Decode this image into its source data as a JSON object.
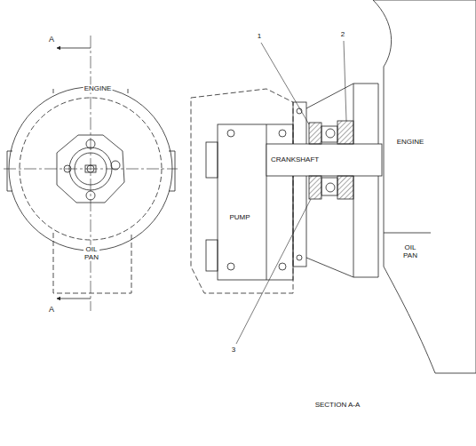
{
  "diagram": {
    "labels": [
      "A",
      "ENGINE",
      "OIL PAN",
      "A",
      "1",
      "2",
      "PUMP",
      "CRANKSHAFT",
      "ENGINE",
      "OIL PAN",
      "3",
      "SECTION A-A"
    ]
  }
}
